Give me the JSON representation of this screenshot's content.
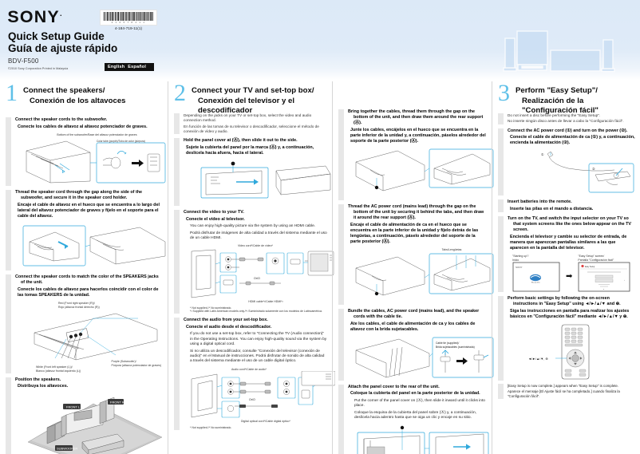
{
  "header": {
    "brand": "SONY",
    "brand_mark": ".",
    "barcode_digits": "4 1 6 5 7 8 4 1 1",
    "barcode_number": "4-184-719-11(1)",
    "title_en": "Quick Setup Guide",
    "title_es": "Guía de ajuste rápido",
    "model": "BDV-F500",
    "copyright": "©2010 Sony Corporation   Printed in Malaysia",
    "lang_en": "English",
    "lang_es": "Español",
    "accent_color": "#5fc0e8"
  },
  "sections": [
    {
      "number": "1",
      "title_en": "Connect the speakers/",
      "title_es": "Conexión de los altavoces",
      "steps": [
        {
          "num": "1.",
          "en": "Connect the speaker cords to the subwoofer.",
          "es": "Conecte los cables de altavoz al altavoz potenciador de graves.",
          "fig_caption_top": "Bottom of the subwoofer/Base del altavoz potenciador de graves",
          "fig_caption_box": "Color tube (purple)/Tubo de color (púrpura)"
        },
        {
          "num": "2.",
          "en": "Thread the speaker cord through the gap along the side of the subwoofer, and secure it in the speaker cord holder.",
          "es": "Encaje el cable de altavoz en el hueco que se encuentra a lo largo del lateral del altavoz potenciador de graves y fíjelo en el soporte para el cable del altavoz."
        },
        {
          "num": "3.",
          "en": "Connect the speaker cords to match the color of the SPEAKERS jacks of the unit.",
          "es": "Conecte los cables de altavoz para hacerlos coincidir con el color de las tomas SPEAKERS de la unidad.",
          "label_red": "Red (Front right speaker (R))/",
          "label_red_es": "Rojo (altavoz frontal derecho (R))",
          "label_white": "White (Front left speaker (L))/",
          "label_white_es": "Blanco (altavoz frontal izquierdo (L))",
          "label_purple": "Purple (Subwoofer)/",
          "label_purple_es": "Púrpura (altavoz potenciador de graves)"
        },
        {
          "num": "4.",
          "en": "Position the speakers.",
          "es": "Distribuya los altavoces.",
          "tag_front_l": "FRONT L",
          "tag_front_r": "FRONT R",
          "tag_subwoofer": "SUBWOOFER"
        }
      ]
    },
    {
      "number": "2",
      "title_en": "Connect your TV and set-top box/",
      "title_es": "Conexión del televisor y el descodificador",
      "intro_en": "Depending on the jacks on your TV or set-top box, select the video and audio connection method.",
      "intro_es": "En función de las tomas de su televisor o descodificador, seleccione el método de conexión de vídeo y audio.",
      "steps": [
        {
          "num": "1.",
          "en": "Hold the panel cover at (Ⓐ), then slide it out to the side.",
          "es": "Sujete la cubierta del panel por la marca (Ⓐ) y, a continuación, deslícela hacia afuera, hacia el lateral."
        },
        {
          "num": "2.",
          "en": "Connect the video to your TV.",
          "es": "Conecte el vídeo al televisor.",
          "body_en": "You can enjoy high-quality picture via the system by using an HDMI cable.",
          "body_es": "Podrá disfrutar de imágenes de alta calidad a través del sistema mediante el uso de un cable HDMI.",
          "label_video": "Video cord*/Cable de vídeo*",
          "label_hdmi": "HDMI cable*²/Cable HDMI*²",
          "label_or": "Or/O",
          "fn1": "* Not supplied./* No suministrado.",
          "fn2": "*² Supplied with Latin American models only./*² Suministrado solamente con los modelos de Latinoamérica."
        },
        {
          "num": "3.",
          "en": "Connect the audio from your set-top box.",
          "es": "Conecte el audio desde el descodificador.",
          "body_en": "If you do not use a set-top box, refer to \"Connecting the TV (Audio connection)\" in the Operating Instructions. You can enjoy high-quality sound via the system by using a digital optical cord.",
          "body_es": "Si no utiliza un descodificador, consulte \"Conexión del televisor (conexión de audio)\" en el Manual de instrucciones. Podrá disfrutar de sonido de alta calidad a través del sistema mediante el uso de un cable digital óptico.",
          "label_audio": "Audio cord*/Cable de audio*",
          "label_optical": "Digital optical cord*/Cable digital óptico*",
          "label_or": "Or/O",
          "fn1": "* Not supplied./* No suministrado."
        }
      ]
    },
    {
      "number": "",
      "title_en": "",
      "title_es": "",
      "steps": [
        {
          "num": "4.",
          "en": "Bring together the cables, thread them through the gap on the bottom of the unit, and then draw them around the rear support (Ⓐ).",
          "es": "Junte los cables, encájelos en el hueco que se encuentra en la parte inferior de la unidad y, a continuación, páselos alrededor del soporte de la parte posterior (Ⓐ)."
        },
        {
          "num": "5.",
          "en": "Thread the AC power cord (mains lead) through the gap on the bottom of the unit by securing it behind the tabs, and then draw it around the rear support (Ⓐ).",
          "es": "Encaje el cable de alimentación de ca en el hueco que se encuentra en la parte inferior de la unidad y fíjelo detrás de las lengüetas, a continuación, páselo alrededor del soporte de la parte posterior (Ⓐ).",
          "label_tabs": "Tabs/Lengüetas"
        },
        {
          "num": "6.",
          "en": "Bundle the cables, AC power cord (mains lead), and the speaker cords with the cable tie.",
          "es": "Ate los cables, el cable de alimentación de ca y los cables de altavoz con la brida sujetacables.",
          "label_tie": "Cable tie (supplied)/",
          "label_tie_es": "Brida sujetacables (suministrada)"
        },
        {
          "num": "7.",
          "en": "Attach the panel cover to the rear of the unit.",
          "es": "Coloque la cubierta del panel en la parte posterior de la unidad.",
          "body_en": "Put the corner of the panel cover on (Ⓐ), then slide it inward until it clicks into place.",
          "body_es": "Coloque la esquina de la cubierta del panel sobre (Ⓐ) y, a continuación, deslícela hacia adentro hasta que se oiga un clic y encaje en su sitio."
        }
      ]
    },
    {
      "number": "3",
      "title_en": "Perform \"Easy Setup\"/",
      "title_es": "Realización de la \"Configuración fácil\"",
      "intro_en": "Do not insert a disc before performing the \"Easy Setup\".",
      "intro_es": "No inserte ningún disco antes de llevar a cabo la \"Configuración fácil\".",
      "steps": [
        {
          "num": "1.",
          "en": "Connect the AC power cord (①) and turn on the power (②).",
          "es": "Conecte el cable de alimentación de ca (①) y, a continuación, encienda la alimentación (②)."
        },
        {
          "num": "2.",
          "en": "Insert batteries into the remote.",
          "es": "Inserte las pilas en el mando a distancia."
        },
        {
          "num": "3.",
          "en": "Turn on the TV, and switch the input selector on your TV so that system screens like the ones below appear on the TV screen.",
          "es": "Encienda el televisor y cambie su selector de entrada, de manera que aparezcan pantallas similares a las que aparecen en la pantalla del televisor.",
          "label_start": "\"Starting up\"/",
          "label_start_es": "Inicio",
          "label_easy": "\"Easy Setup\" screen/",
          "label_easy_es": "Pantalla \"Configuración fácil\""
        },
        {
          "num": "4.",
          "en": "Perform basic settings by following the on-screen instructions in \"Easy Setup\" using ◄/►/▲/▼ and ⊕.",
          "es": "Siga las instrucciones en pantalla para realizar los ajustes básicos en \"Configuración fácil\" mediante ◄/►/▲/▼ y ⊕.",
          "label_nav": "◄/►/▲/▼, ⊕"
        }
      ],
      "final_en": "[Easy Setup is now complete.] appears when \"Easy Setup\" is complete.",
      "final_es": "Aparece el mensaje [El Ajuste fácil se ha completado.] cuando finaliza la \"Configuración fácil\"."
    }
  ]
}
